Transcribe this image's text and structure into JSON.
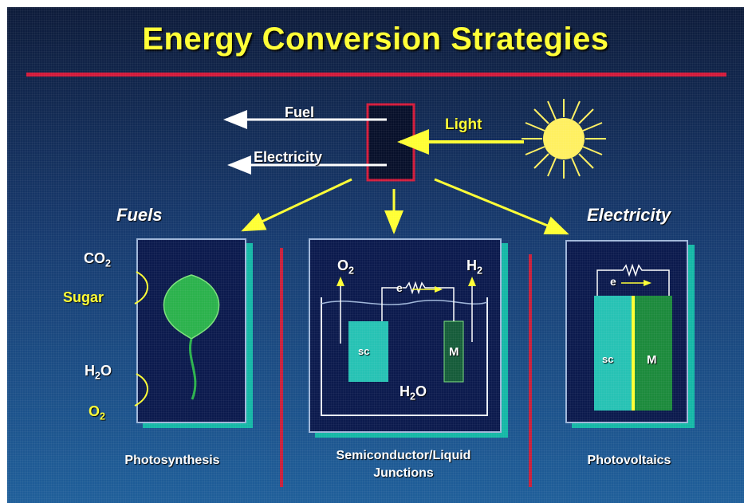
{
  "title": "Energy Conversion Strategies",
  "top": {
    "fuel": "Fuel",
    "electricity": "Electricity",
    "light": "Light"
  },
  "columns": {
    "fuels": {
      "heading": "Fuels",
      "caption": "Photosynthesis",
      "co2": "CO",
      "co2_sub": "2",
      "sugar": "Sugar",
      "h2o": "H",
      "h2o_sub": "2",
      "h2o_o": "O",
      "o2": "O",
      "o2_sub": "2"
    },
    "sclj": {
      "caption_line1": "Semiconductor/Liquid",
      "caption_line2": "Junctions",
      "o2": "O",
      "o2_sub": "2",
      "h2": "H",
      "h2_sub": "2",
      "e": "e",
      "sc": "sc",
      "m": "M",
      "h2o": "H",
      "h2o_sub": "2",
      "h2o_o": "O"
    },
    "electricity": {
      "heading": "Electricity",
      "caption": "Photovoltaics",
      "e": "e",
      "sc": "sc",
      "m": "M"
    }
  },
  "colors": {
    "background": "#173a6e",
    "title": "#ffff33",
    "rule": "#d41a3a",
    "accent": "#14b8a6",
    "leaf": "#2bb24c",
    "sun": "#fff060"
  }
}
